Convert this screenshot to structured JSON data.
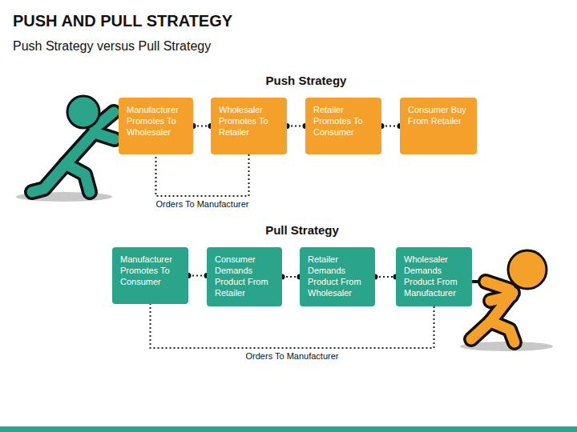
{
  "diagram": {
    "title": "PUSH AND PULL STRATEGY",
    "nodes": [
      {
        "text": [
          "Manufacturer Promotes To Wholesaler"
        ]
      },
      {
        "text": [
          "Wholesaler Promotes To Retailer"
        ]
      },
      {
        "text": [
          "Retailer Promotes To Consumer"
        ]
      },
      {
        "text": [
          "Consumer Buy From Retailer"
        ]
      },
      {
        "text": [
          "Manufacturer Promotes To Consumer"
        ]
      },
      {
        "text": [
          "Consumer Demands Product From Retailer"
        ]
      },
      {
        "text": [
          "Retailer Demands Product From Wholesaler"
        ]
      },
      {
        "text": [
          "Wholesaler Demands Product From Manufacturer"
        ]
      }
    ],
    "edges": [
      {
        "from": 0,
        "to": 1,
        "arrow": "none"
      },
      {
        "from": 1,
        "to": 2,
        "arrow": "none"
      },
      {
        "from": 2,
        "to": 3,
        "arrow": "none"
      },
      {
        "from": 1,
        "to": 0,
        "label": "Orders To Manufacturer",
        "arrow": "none"
      },
      {
        "from": 4,
        "to": 5,
        "arrow": "none"
      },
      {
        "from": 5,
        "to": 6,
        "arrow": "none"
      },
      {
        "from": 6,
        "to": 7,
        "arrow": "none"
      },
      {
        "from": 7,
        "to": 4,
        "label": "Orders To Manufacturer",
        "arrow": "none"
      }
    ],
    "labels": [
      "Push Strategy versus Pull Strategy",
      "Push Strategy",
      "Pull Strategy"
    ]
  }
}
